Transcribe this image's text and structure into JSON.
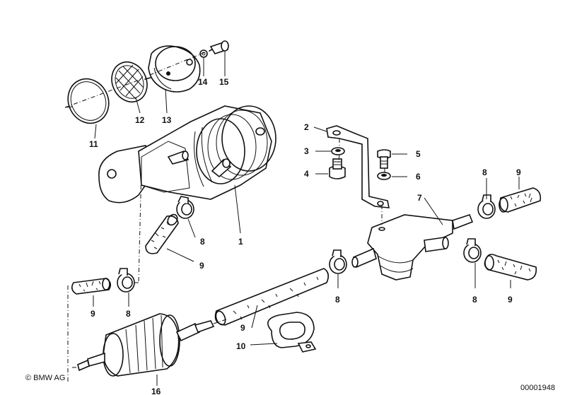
{
  "diagram": {
    "part_labels": [
      {
        "id": "p1",
        "text": "1"
      },
      {
        "id": "p2",
        "text": "2"
      },
      {
        "id": "p3",
        "text": "3"
      },
      {
        "id": "p4",
        "text": "4"
      },
      {
        "id": "p5",
        "text": "5"
      },
      {
        "id": "p6",
        "text": "6"
      },
      {
        "id": "p7",
        "text": "7"
      },
      {
        "id": "p8a",
        "text": "8"
      },
      {
        "id": "p8b",
        "text": "8"
      },
      {
        "id": "p8c",
        "text": "8"
      },
      {
        "id": "p8d",
        "text": "8"
      },
      {
        "id": "p8e",
        "text": "8"
      },
      {
        "id": "p9a",
        "text": "9"
      },
      {
        "id": "p9b",
        "text": "9"
      },
      {
        "id": "p9c",
        "text": "9"
      },
      {
        "id": "p9d",
        "text": "9"
      },
      {
        "id": "p9e",
        "text": "9"
      },
      {
        "id": "p10",
        "text": "10"
      },
      {
        "id": "p11",
        "text": "11"
      },
      {
        "id": "p12",
        "text": "12"
      },
      {
        "id": "p13",
        "text": "13"
      },
      {
        "id": "p14",
        "text": "14"
      },
      {
        "id": "p15",
        "text": "15"
      },
      {
        "id": "p16",
        "text": "16"
      }
    ],
    "copyright": "© BMW AG",
    "diagram_number": "00001948"
  }
}
